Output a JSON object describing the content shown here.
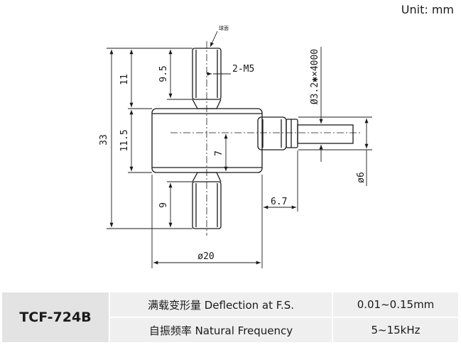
{
  "unit": "Unit: mm",
  "drawing": {
    "thread_note": "2-M5",
    "cable_note": "Ø3.2✱×4000",
    "small_note": "球面",
    "dimensions": {
      "overall_height": "33",
      "top_stud": "11",
      "thread_top": "9.5",
      "body_height": "11.5",
      "center_offset": "7",
      "thread_bottom": "9",
      "cable_length": "6.7",
      "body_diameter": "ø20",
      "cable_diameter": "ø6"
    }
  },
  "spec_table": {
    "model": "TCF-724B",
    "rows": [
      {
        "param": "满载变形量 Deflection at F.S.",
        "value": "0.01~0.15mm"
      },
      {
        "param": "自振频率 Natural Frequency",
        "value": "5~15kHz"
      }
    ]
  }
}
